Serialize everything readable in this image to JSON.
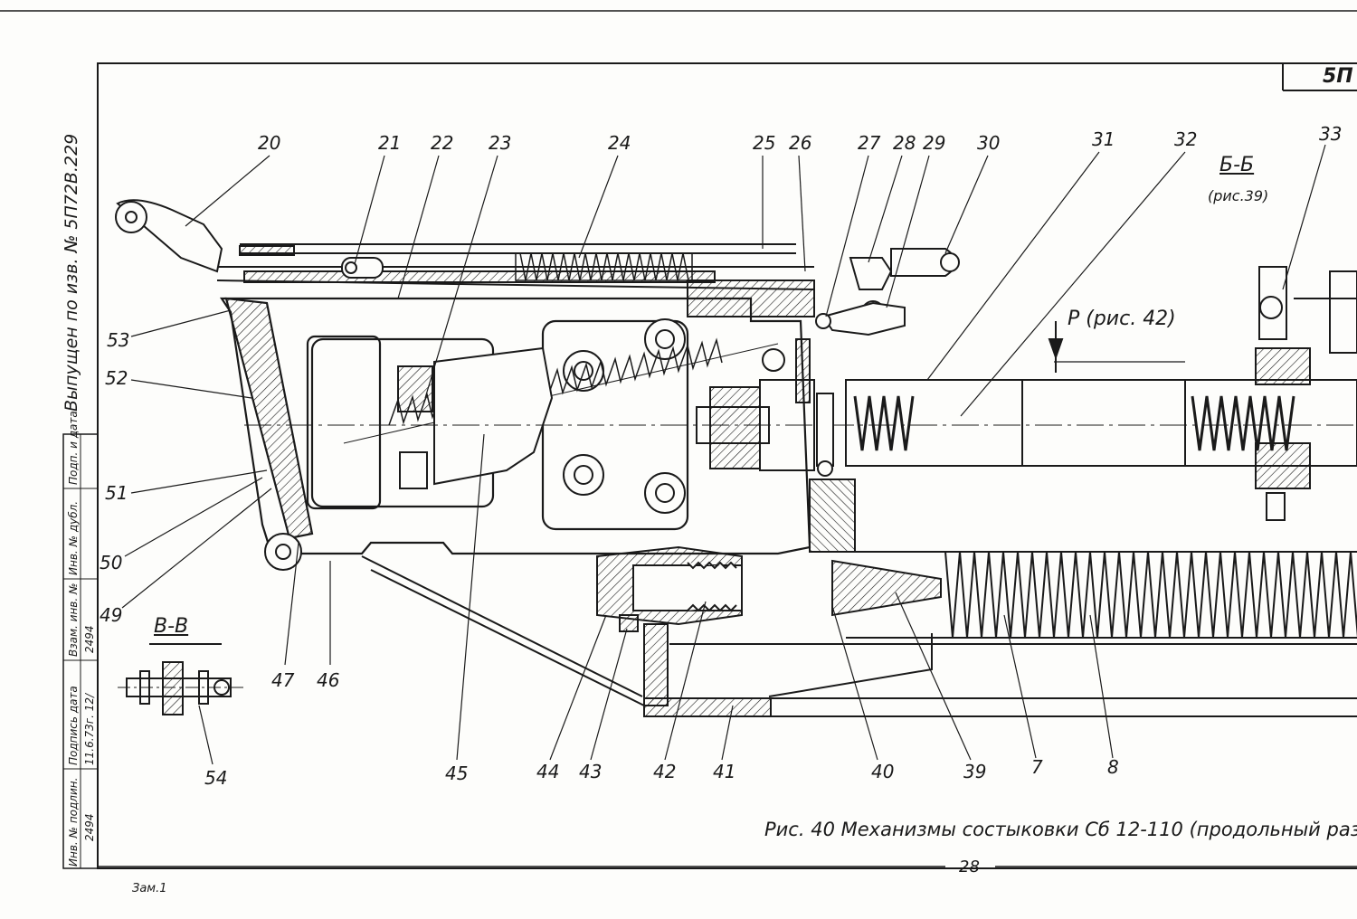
{
  "doc_code": "5П",
  "issued_note": "Выпущен по изв. № 5П72В.229",
  "caption": "Рис. 40  Механизмы состыковки  Сб 12-110 (продольный разр",
  "page_number": "28",
  "zam": "Зам.1",
  "section_bb": {
    "title": "Б-Б",
    "ref": "(рис.39)"
  },
  "section_vv": {
    "title": "В-В"
  },
  "arrow_p": "Р (рис. 42)",
  "title_block": {
    "col1_header": "Инв. № подлин.",
    "col1_value": "2494",
    "col2_header": "Подпись дата",
    "col2_value": "11.6.73г. 12/",
    "col3_header": "Взам. инв. №",
    "col3_value": "2494",
    "col4_header": "Инв. № дубл.",
    "col5_header": "Подп. и дата"
  },
  "labels": [
    {
      "text": "20"
    },
    {
      "text": "21"
    },
    {
      "text": "22"
    },
    {
      "text": "23"
    },
    {
      "text": "24"
    },
    {
      "text": "25"
    },
    {
      "text": "26"
    },
    {
      "text": "27"
    },
    {
      "text": "28"
    },
    {
      "text": "29"
    },
    {
      "text": "30"
    },
    {
      "text": "31"
    },
    {
      "text": "32"
    },
    {
      "text": "33"
    },
    {
      "text": "53"
    },
    {
      "text": "52"
    },
    {
      "text": "51"
    },
    {
      "text": "50"
    },
    {
      "text": "49"
    },
    {
      "text": "47"
    },
    {
      "text": "46"
    },
    {
      "text": "54"
    },
    {
      "text": "45"
    },
    {
      "text": "44"
    },
    {
      "text": "43"
    },
    {
      "text": "42"
    },
    {
      "text": "41"
    },
    {
      "text": "40"
    },
    {
      "text": "39"
    },
    {
      "text": "7"
    },
    {
      "text": "8"
    }
  ],
  "colors": {
    "ink": "#1a1a1a",
    "paper": "#fdfdfb"
  }
}
